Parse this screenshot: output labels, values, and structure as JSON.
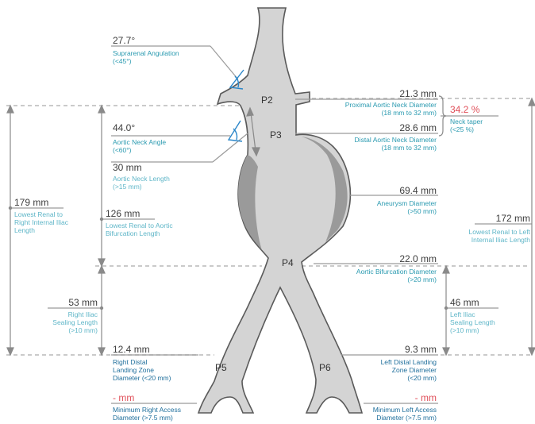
{
  "segments": {
    "p2": "P2",
    "p3": "P3",
    "p4": "P4",
    "p5": "P5",
    "p6": "P6"
  },
  "suprarenal": {
    "value": "27.7°",
    "label": "Suprarenal Angulation",
    "limit": "(<45°)"
  },
  "neck_angle": {
    "value": "44.0°",
    "label": "Aortic Neck Angle",
    "limit": "(<60°)"
  },
  "neck_length": {
    "value": "30 mm",
    "label": "Aortic Neck Length",
    "limit": "(>15 mm)"
  },
  "proximal_neck": {
    "value": "21.3 mm",
    "label": "Proximal Aortic Neck Diameter",
    "limit": "(18 mm to 32 mm)"
  },
  "distal_neck": {
    "value": "28.6 mm",
    "label": "Distal Aortic Neck Diameter",
    "limit": "(18 mm to 32 mm)"
  },
  "neck_taper": {
    "value": "34.2 %",
    "label": "Neck taper",
    "limit": "(<25 %)"
  },
  "aneurysm": {
    "value": "69.4 mm",
    "label": "Aneurysm Diameter",
    "limit": "(>50 mm)"
  },
  "bifurcation_diameter": {
    "value": "22.0 mm",
    "label": "Aortic Bifurcation Diameter",
    "limit": "(>20 mm)"
  },
  "renal_to_right_iliac": {
    "value": "179 mm",
    "line1": "Lowest Renal to",
    "line2": "Right Internal Iliac",
    "line3": "Length"
  },
  "renal_to_bifurcation": {
    "value": "126 mm",
    "line1": "Lowest Renal to Aortic",
    "line2": "Bifurcation Length"
  },
  "renal_to_left_iliac": {
    "value": "172 mm",
    "line1": "Lowest Renal to Left",
    "line2": "Internal Iliac Length"
  },
  "right_iliac_sealing": {
    "value": "53 mm",
    "line1": "Right Iliac",
    "line2": "Sealing Length",
    "line3": "(>10 mm)"
  },
  "left_iliac_sealing": {
    "value": "46 mm",
    "line1": "Left Iliac",
    "line2": "Sealing Length",
    "line3": "(>10 mm)"
  },
  "right_distal": {
    "value": "12.4 mm",
    "line1": "Right Distal",
    "line2": "Landing Zone",
    "line3": "Diameter (<20 mm)"
  },
  "left_distal": {
    "value": "9.3 mm",
    "line1": "Left Distal Landing",
    "line2": "Zone Diameter",
    "line3": "(<20 mm)"
  },
  "right_access": {
    "value": "- mm",
    "line1": "Minimum Right Access",
    "line2": "Diameter (>7.5 mm)"
  },
  "left_access": {
    "value": "- mm",
    "line1": "Minimum Left Access",
    "line2": "Diameter (>7.5 mm)"
  },
  "colors": {
    "vessel": "#d4d4d4",
    "vessel_outline": "#5a5a5a",
    "aneurysm_shade": "#9a9a9a",
    "label_teal": "#2a9ab0",
    "value_text": "#3d3d3d",
    "warning_red": "#e0505a",
    "angle_icon": "#2a86c9",
    "measure_line": "#9a9a9a"
  }
}
